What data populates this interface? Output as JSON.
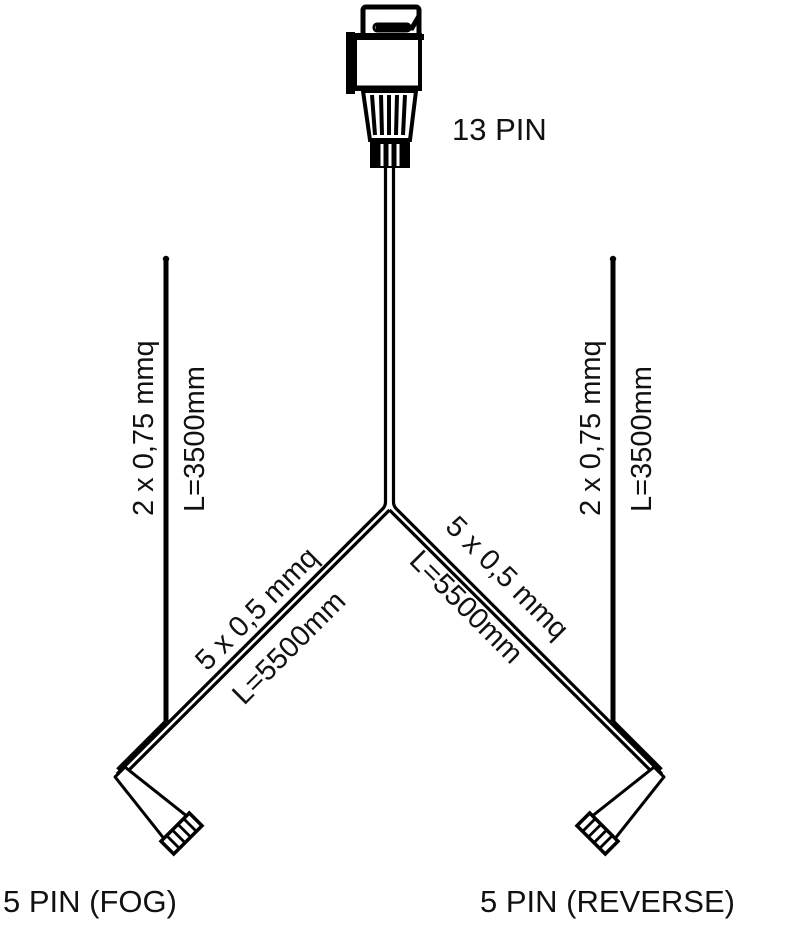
{
  "diagram": {
    "type": "wiring-harness",
    "colors": {
      "line": "#000000",
      "text": "#111111",
      "background": "#ffffff"
    },
    "main_connector": {
      "label": "13 PIN"
    },
    "branches": {
      "left": {
        "spec": "5 x 0,5 mmq",
        "length": "L=5500mm",
        "connector_label": "5 PIN (FOG)"
      },
      "right": {
        "spec": "5 x 0,5 mmq",
        "length": "L=5500mm",
        "connector_label": "5 PIN (REVERSE)"
      }
    },
    "side_wires": {
      "left": {
        "spec": "2 x 0,75 mmq",
        "length": "L=3500mm"
      },
      "right": {
        "spec": "2 x 0,75 mmq",
        "length": "L=3500mm"
      }
    }
  }
}
